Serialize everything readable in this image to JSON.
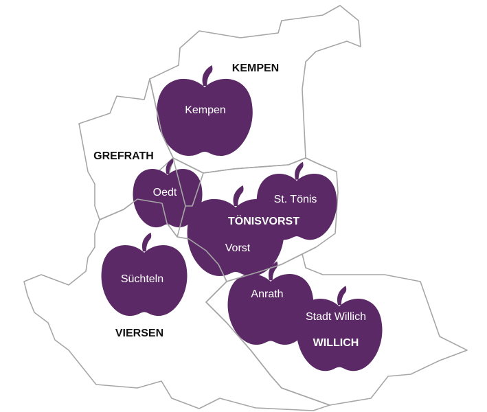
{
  "map": {
    "colors": {
      "apple": "#5b2a66",
      "border": "#a6a6a6",
      "background": "#ffffff",
      "region_label": "#111111",
      "apple_label": "#ffffff"
    },
    "regions": [
      {
        "key": "kempen",
        "label": "KEMPEN"
      },
      {
        "key": "grefrath",
        "label": "GREFRATH"
      },
      {
        "key": "toenisvorst",
        "label": "TÖNISVORST"
      },
      {
        "key": "viersen",
        "label": "VIERSEN"
      },
      {
        "key": "willich",
        "label": "WILLICH"
      }
    ],
    "towns": [
      {
        "key": "kempen",
        "label": "Kempen"
      },
      {
        "key": "oedt",
        "label": "Oedt"
      },
      {
        "key": "st_toenis",
        "label": "St. Tönis"
      },
      {
        "key": "vorst",
        "label": "Vorst"
      },
      {
        "key": "suechteln",
        "label": "Süchteln"
      },
      {
        "key": "anrath",
        "label": "Anrath"
      },
      {
        "key": "stadt_willich",
        "label": "Stadt Willich"
      }
    ],
    "marker_icon": "apple-icon"
  }
}
